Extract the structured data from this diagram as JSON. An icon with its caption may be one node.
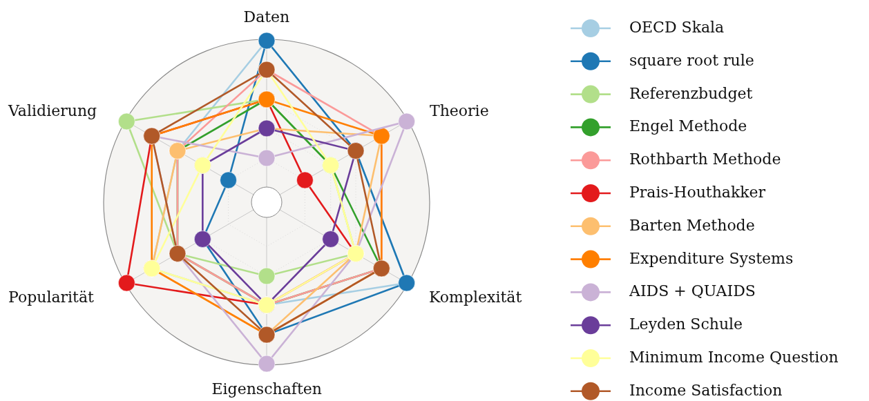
{
  "diagram": {
    "labels": [
      "Daten",
      "Validierung",
      "Theorie",
      "Popularität",
      "Komplexität",
      "Eigenschaften"
    ],
    "legend": [
      {
        "text": "OECD Skala",
        "color": "#a6cee3"
      },
      {
        "text": "square root rule",
        "color": "#1f78b4"
      },
      {
        "text": "Referenzbudget",
        "color": "#b2df8a"
      },
      {
        "text": "Engel Methode",
        "color": "#33a02c"
      },
      {
        "text": "Rothbarth Methode",
        "color": "#fb9a99"
      },
      {
        "text": "Prais-Houthakker",
        "color": "#e31a1c"
      },
      {
        "text": "Barten Methode",
        "color": "#fdbf6f"
      },
      {
        "text": "Expenditure Systems",
        "color": "#ff7f00"
      },
      {
        "text": "AIDS + QUAIDS",
        "color": "#cab2d6"
      },
      {
        "text": "Leyden Schule",
        "color": "#6a3d9a"
      },
      {
        "text": "Minimum Income Question",
        "color": "#ffff99"
      },
      {
        "text": "Income Satisfaction",
        "color": "#b15928"
      }
    ]
  }
}
